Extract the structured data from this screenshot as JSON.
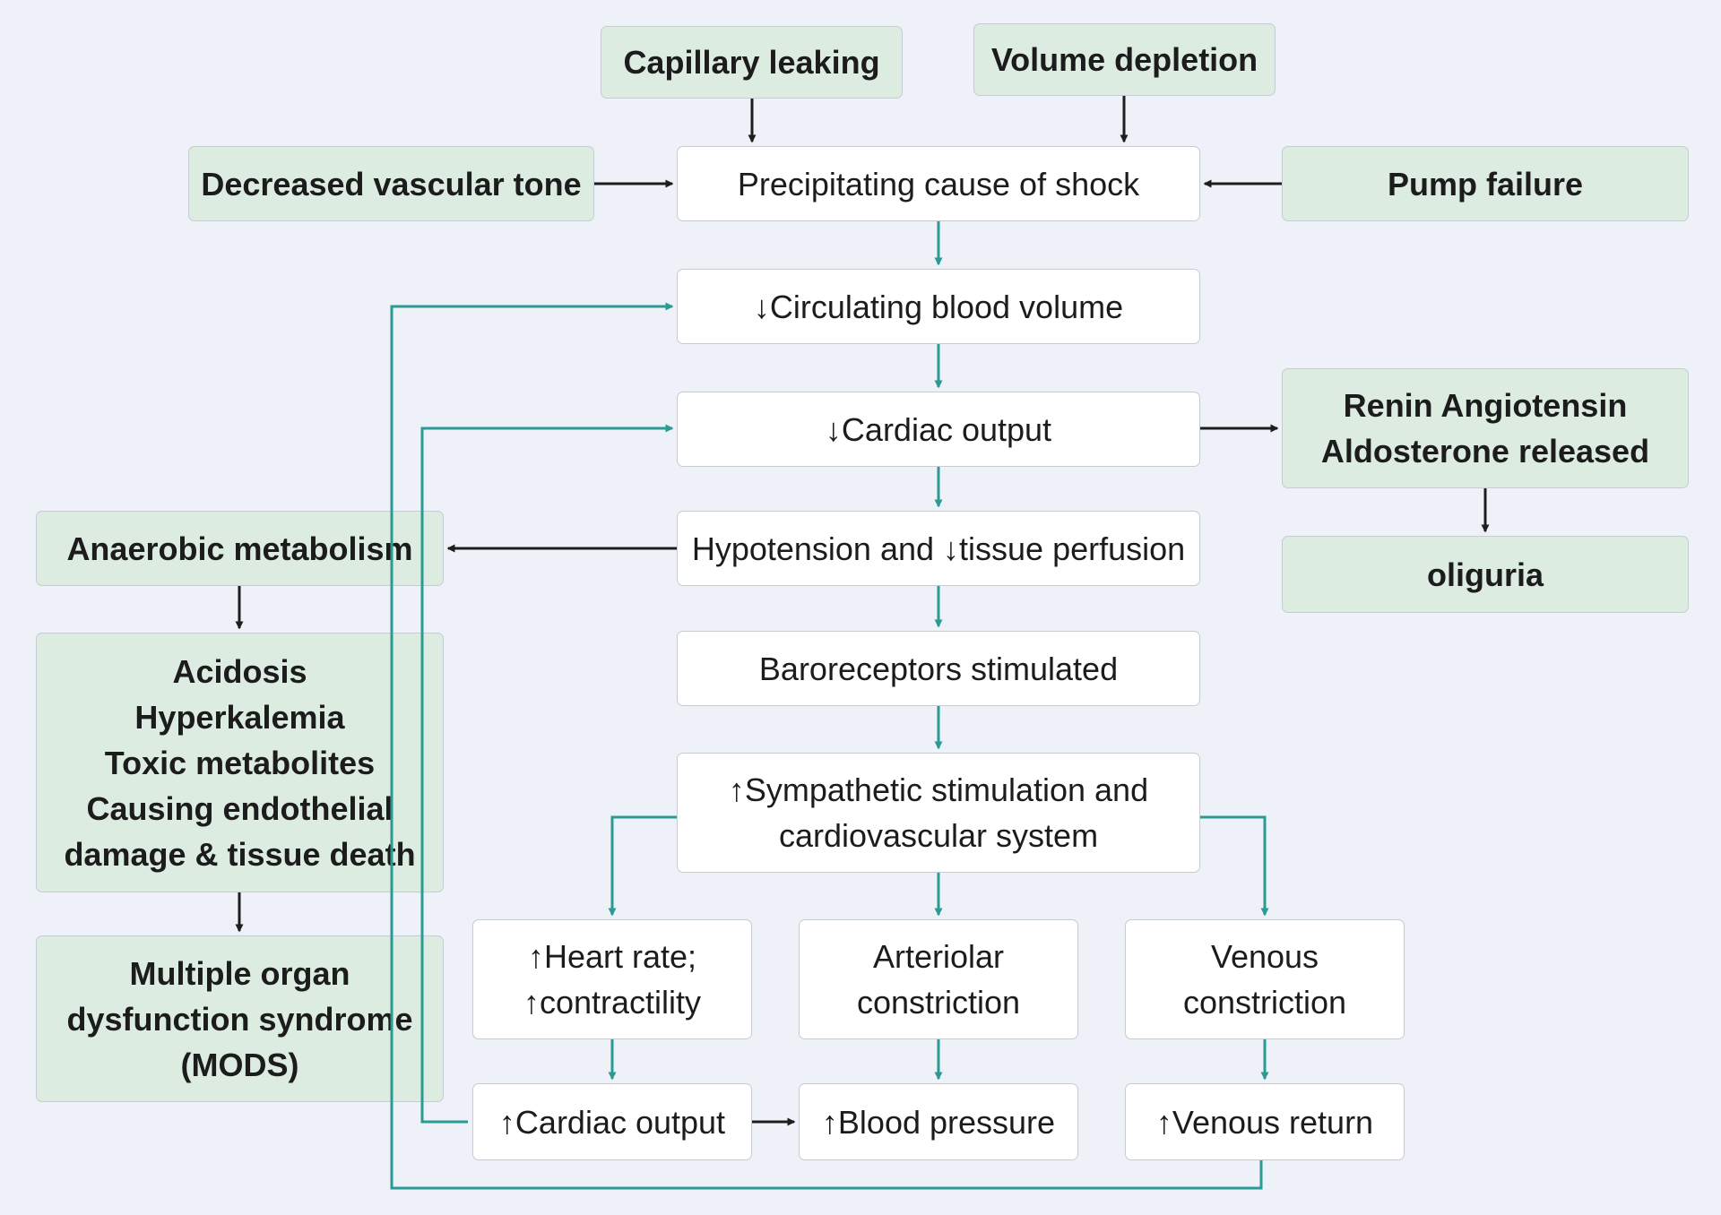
{
  "colors": {
    "background": "#eef2f8",
    "green_box_fill": "#dcece0",
    "white_box_fill": "#ffffff",
    "box_border": "#c6cbd2",
    "teal_arrow": "#2a9a93",
    "dark_arrow": "#1e1e1e"
  },
  "nodes": {
    "capillary_leaking": {
      "lines": [
        "Capillary leaking"
      ]
    },
    "volume_depletion": {
      "lines": [
        "Volume depletion"
      ]
    },
    "decreased_vascular_tone": {
      "lines": [
        "Decreased vascular tone"
      ]
    },
    "precipitating_cause": {
      "lines": [
        "Precipitating cause of shock"
      ]
    },
    "pump_failure": {
      "lines": [
        "Pump failure"
      ]
    },
    "circulating_blood_volume": {
      "lines": [
        "↓Circulating blood volume"
      ]
    },
    "cardiac_output_down": {
      "lines": [
        "↓Cardiac output"
      ]
    },
    "renin_angiotensin": {
      "lines": [
        "Renin Angiotensin",
        "Aldosterone released"
      ]
    },
    "anaerobic_metabolism": {
      "lines": [
        "Anaerobic metabolism"
      ]
    },
    "hypotension": {
      "lines": [
        "Hypotension and ↓tissue perfusion"
      ]
    },
    "oliguria": {
      "lines": [
        "oliguria"
      ]
    },
    "acidosis": {
      "lines": [
        "Acidosis",
        "Hyperkalemia",
        "Toxic metabolites",
        "Causing endothelial",
        "damage & tissue death"
      ]
    },
    "baroreceptors": {
      "lines": [
        "Baroreceptors stimulated"
      ]
    },
    "sympathetic": {
      "lines": [
        "↑Sympathetic stimulation and",
        "cardiovascular system"
      ]
    },
    "mods": {
      "lines": [
        "Multiple organ",
        "dysfunction syndrome",
        "(MODS)"
      ]
    },
    "heart_rate": {
      "lines": [
        "↑Heart rate;",
        "↑contractility"
      ]
    },
    "arteriolar": {
      "lines": [
        "Arteriolar",
        "constriction"
      ]
    },
    "venous_constriction": {
      "lines": [
        "Venous",
        "constriction"
      ]
    },
    "cardiac_output_up": {
      "lines": [
        "↑Cardiac output"
      ]
    },
    "blood_pressure": {
      "lines": [
        "↑Blood pressure"
      ]
    },
    "venous_return": {
      "lines": [
        "↑Venous return"
      ]
    }
  }
}
